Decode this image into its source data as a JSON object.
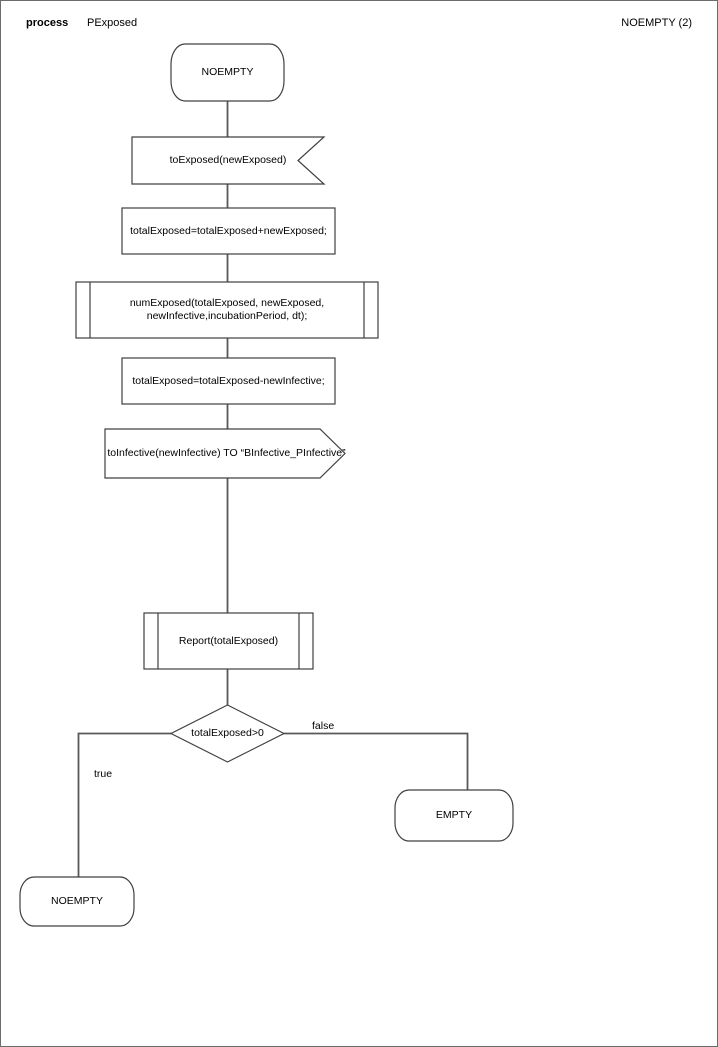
{
  "header": {
    "diagram_kind": "process",
    "diagram_name": "PExposed",
    "page_ref": "NOEMPTY (2)"
  },
  "colors": {
    "background": "#ffffff",
    "shape_border": "#404040",
    "connector": "#595959",
    "text": "#000000"
  },
  "nodes": {
    "start": {
      "type": "state",
      "label": "NOEMPTY"
    },
    "receive": {
      "type": "receive-signal",
      "label": "toExposed(newExposed)"
    },
    "assign_add": {
      "type": "process",
      "label": "totalExposed=totalExposed+newExposed;"
    },
    "call_numexposed": {
      "type": "predefined-process",
      "line1": "numExposed(totalExposed, newExposed,",
      "line2": "newInfective,incubationPeriod, dt);"
    },
    "assign_sub": {
      "type": "process",
      "label": "totalExposed=totalExposed-newInfective;"
    },
    "send": {
      "type": "send-signal",
      "label": "toInfective(newInfective) TO “BInfective_PInfective”"
    },
    "report": {
      "type": "predefined-process",
      "label": "Report(totalExposed)"
    },
    "decision": {
      "type": "decision",
      "label": "totalExposed>0"
    },
    "empty_state": {
      "type": "state",
      "label": "EMPTY"
    },
    "noempty_state": {
      "type": "state",
      "label": "NOEMPTY"
    }
  },
  "branches": {
    "true_label": "true",
    "false_label": "false"
  }
}
